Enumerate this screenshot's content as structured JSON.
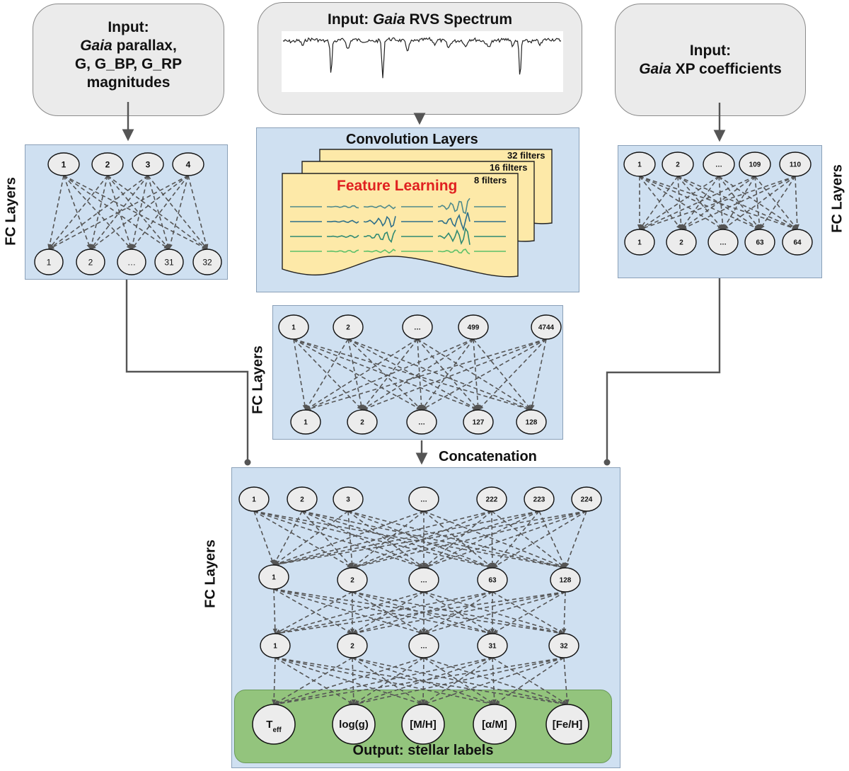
{
  "inputs": {
    "left": {
      "prefix": "Input:",
      "line2_italic": "Gaia",
      "line2_rest": " parallax,",
      "line3": "G, G_BP, G_RP",
      "line4": "magnitudes"
    },
    "middle": {
      "prefix": "Input: ",
      "italic": "Gaia",
      "rest": " RVS Spectrum"
    },
    "right": {
      "prefix": "Input:",
      "line2_italic": "Gaia",
      "line2_rest": " XP coefficients"
    }
  },
  "conv": {
    "title": "Convolution Layers",
    "feature_label": "Feature Learning",
    "filters": [
      "32 filters",
      "16 filters",
      "8 filters"
    ]
  },
  "labels": {
    "fc_layers": "FC Layers",
    "concatenation": "Concatenation",
    "output": "Output: stellar labels"
  },
  "networks": {
    "left": {
      "top": [
        "1",
        "2",
        "3",
        "4"
      ],
      "bottom": [
        "1",
        "2",
        "…",
        "31",
        "32"
      ]
    },
    "right": {
      "top": [
        "1",
        "2",
        "…",
        "109",
        "110"
      ],
      "bottom": [
        "1",
        "2",
        "…",
        "63",
        "64"
      ]
    },
    "middle": {
      "top": [
        "1",
        "2",
        "…",
        "499",
        "4744"
      ],
      "bottom": [
        "1",
        "2",
        "…",
        "127",
        "128"
      ]
    },
    "main": {
      "layer1": [
        "1",
        "2",
        "3",
        "…",
        "222",
        "223",
        "224"
      ],
      "layer2": [
        "1",
        "2",
        "…",
        "63",
        "128"
      ],
      "layer3": [
        "1",
        "2",
        "…",
        "31",
        "32"
      ]
    }
  },
  "outputs": [
    {
      "main": "T",
      "sub": "eff"
    },
    {
      "main": "log(g)",
      "sub": ""
    },
    {
      "main": "[M/H]",
      "sub": ""
    },
    {
      "main": "[α/M]",
      "sub": ""
    },
    {
      "main": "[Fe/H]",
      "sub": ""
    }
  ],
  "colors": {
    "panel": "#cfe0f1",
    "node_fill": "#ececec",
    "edge": "#555555",
    "note": "#fde9a8",
    "feature_text": "#e02020",
    "output_panel": "#93c47d"
  }
}
